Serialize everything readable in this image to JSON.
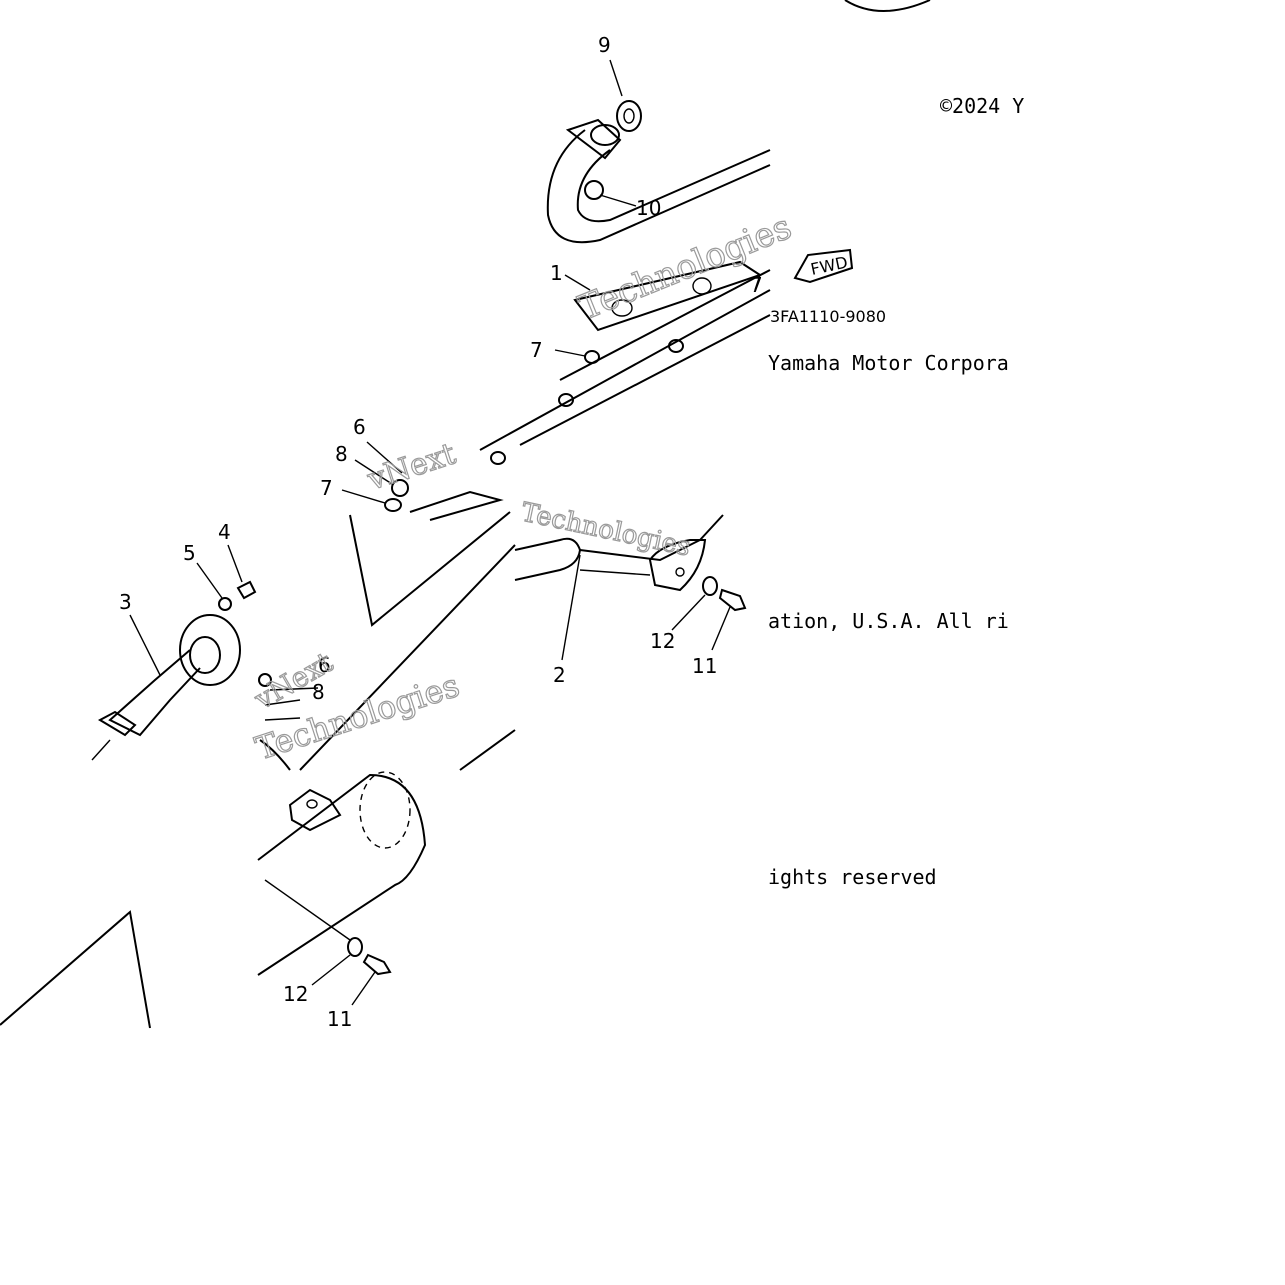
{
  "diagram": {
    "part_number": "3FA1110-9080",
    "fwd_label": "FWD",
    "copyright_lines": [
      "©2024 Y",
      "Yamaha Motor Corpora",
      "ation, U.S.A. All ri",
      "ights reserved"
    ],
    "watermark": [
      "vNext",
      "Technologies"
    ],
    "callouts": {
      "c1": "1",
      "c2": "2",
      "c3": "3",
      "c4": "4",
      "c5": "5",
      "c6a": "6",
      "c6b": "6",
      "c7a": "7",
      "c7b": "7",
      "c7c": "7",
      "c8a": "8",
      "c8b": "8",
      "c9": "9",
      "c10": "10",
      "c11a": "11",
      "c11b": "11",
      "c12a": "12",
      "c12b": "12"
    }
  }
}
